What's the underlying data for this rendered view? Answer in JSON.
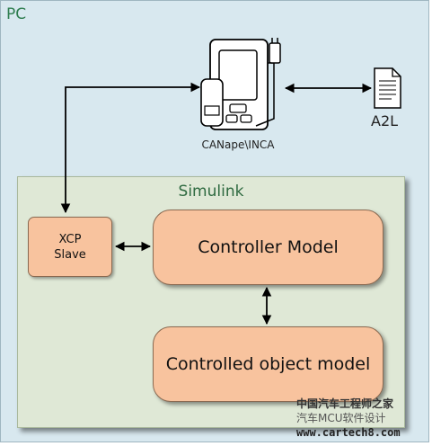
{
  "pc": {
    "label": "PC"
  },
  "simulink": {
    "label": "Simulink"
  },
  "tool": {
    "label": "CANape\\INCA"
  },
  "a2l": {
    "label": "A2L"
  },
  "blocks": {
    "xcp_line1": "XCP",
    "xcp_line2": "Slave",
    "controller": "Controller Model",
    "plant": "Controlled object model"
  },
  "watermark": {
    "line1": "中国汽车工程师之家",
    "line2": "汽车MCU软件设计",
    "line3": "www.cartech8.com"
  },
  "colors": {
    "pc_background": "#d8e8ef",
    "simulink_background": "#dfe8d6",
    "block_fill": "#f8c39e",
    "label_green": "#2e7d4f"
  },
  "icons": [
    "calibration-device-icon",
    "document-icon"
  ]
}
